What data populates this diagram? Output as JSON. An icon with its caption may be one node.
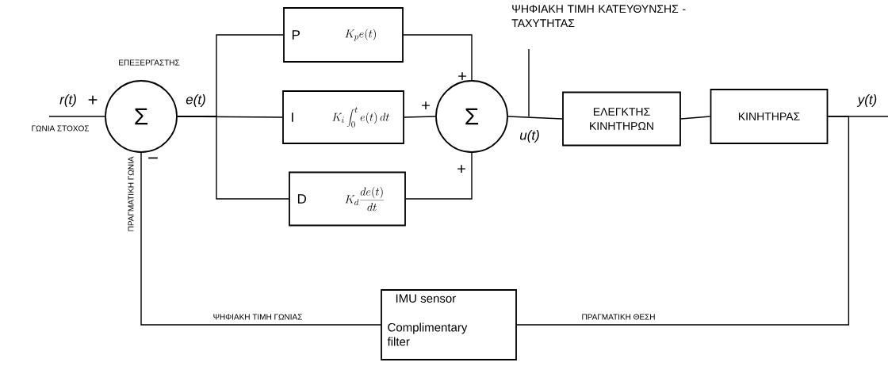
{
  "diagram": {
    "nodes": [
      {
        "text": [
          "Σ"
        ],
        "beside": [
          "ΕΠΕΞΕΡΓΑΣΤΗΣ"
        ]
      },
      {
        "text": [
          "P",
          "K_{p}e(t)"
        ]
      },
      {
        "text": [
          "I",
          "K_{i}\\int_{0}^{t}e(t)\\,dt"
        ]
      },
      {
        "text": [
          "D",
          "K_{d}\\frac{de(t)}{dt}"
        ]
      },
      {
        "text": [
          "Σ"
        ]
      },
      {
        "text": [
          "ΕΛΕΓΚΤΗΣ ΚΙΝΗΤΗΡΩΝ"
        ]
      },
      {
        "text": [
          "ΚΙΝΗΤΗΡΑΣ"
        ]
      },
      {
        "text": [
          "IMU sensor",
          "Complimentary filter"
        ]
      },
      {
        "text": [
          "ΨΗΦΙΑΚΗ ΤΙΜΗ ΚΑΤΕΥΘΥΝΣΗΣ - ΤΑΧΥΤΗΤΑΣ"
        ]
      }
    ],
    "edges": [
      {
        "from": null,
        "to": 0,
        "arrow": "none",
        "label": "r(t)"
      },
      {
        "from": 0,
        "to": 1,
        "arrow": "none"
      },
      {
        "from": 0,
        "to": 2,
        "arrow": "none",
        "label": "e(t)"
      },
      {
        "from": 0,
        "to": 3,
        "arrow": "none"
      },
      {
        "from": 1,
        "to": 4,
        "arrow": "none"
      },
      {
        "from": 2,
        "to": 4,
        "arrow": "none"
      },
      {
        "from": 3,
        "to": 4,
        "arrow": "none"
      },
      {
        "from": 4,
        "to": 5,
        "arrow": "none",
        "label": "u(t)"
      },
      {
        "from": 8,
        "to": null,
        "arrow": "none"
      },
      {
        "from": 5,
        "to": 6,
        "arrow": "none"
      },
      {
        "from": 6,
        "to": null,
        "arrow": "none",
        "label": "y(t)"
      },
      {
        "from": 6,
        "to": 7,
        "arrow": "none",
        "label": "ΠΡΑΓΜΑΤΙΚΗ ΘΕΣΗ"
      },
      {
        "from": 7,
        "to": 0,
        "arrow": "none",
        "label": "ΨΗΦΙΑΚΗ ΤΙΜΗ ΓΩΝΙΑΣ"
      }
    ],
    "labels": [
      "ΓΩΝΙΑ ΣΤΟΧΟΣ",
      "+",
      "−",
      "ΠΡΑΓΜΑΤΙΚΗ ΓΩΝΙΑ",
      "+",
      "+",
      "+"
    ]
  }
}
